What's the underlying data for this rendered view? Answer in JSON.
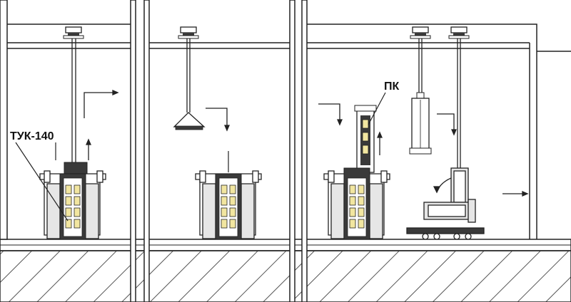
{
  "labels": {
    "container_label": "ТУК-140",
    "canister_label": "ПК"
  },
  "colors": {
    "line": "#222222",
    "fuel": "#f2e6a0",
    "hatch": "#555555",
    "fill_dark": "#3a3a3a",
    "fill_light": "#e6e6e6"
  },
  "panels": [
    {
      "name": "panel-1"
    },
    {
      "name": "panel-2"
    },
    {
      "name": "panel-3"
    }
  ]
}
